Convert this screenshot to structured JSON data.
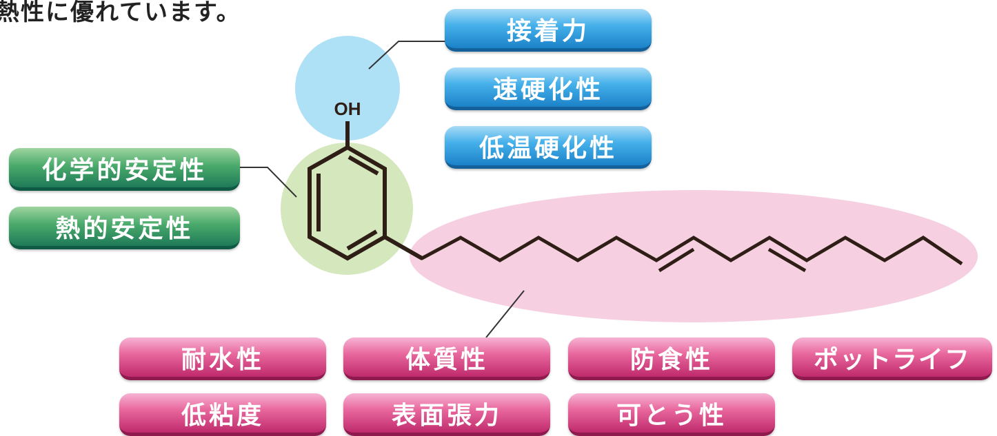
{
  "headline": "熱性に優れています。",
  "molecule": {
    "hydroxyl_label": "OH"
  },
  "colors": {
    "hydroxyl_circle": "#aee0f6",
    "ring_circle": "#d5e8bd",
    "chain_ellipse": "#f6cfe1",
    "bond": "#2e1e16"
  },
  "tags": {
    "hydroxyl": [
      "接着力",
      "速硬化性",
      "低温硬化性"
    ],
    "ring": [
      "化学的安定性",
      "熱的安定性"
    ],
    "chain": [
      "耐水性",
      "体質性",
      "防食性",
      "ポットライフ",
      "低粘度",
      "表面張力",
      "可とう性"
    ]
  }
}
